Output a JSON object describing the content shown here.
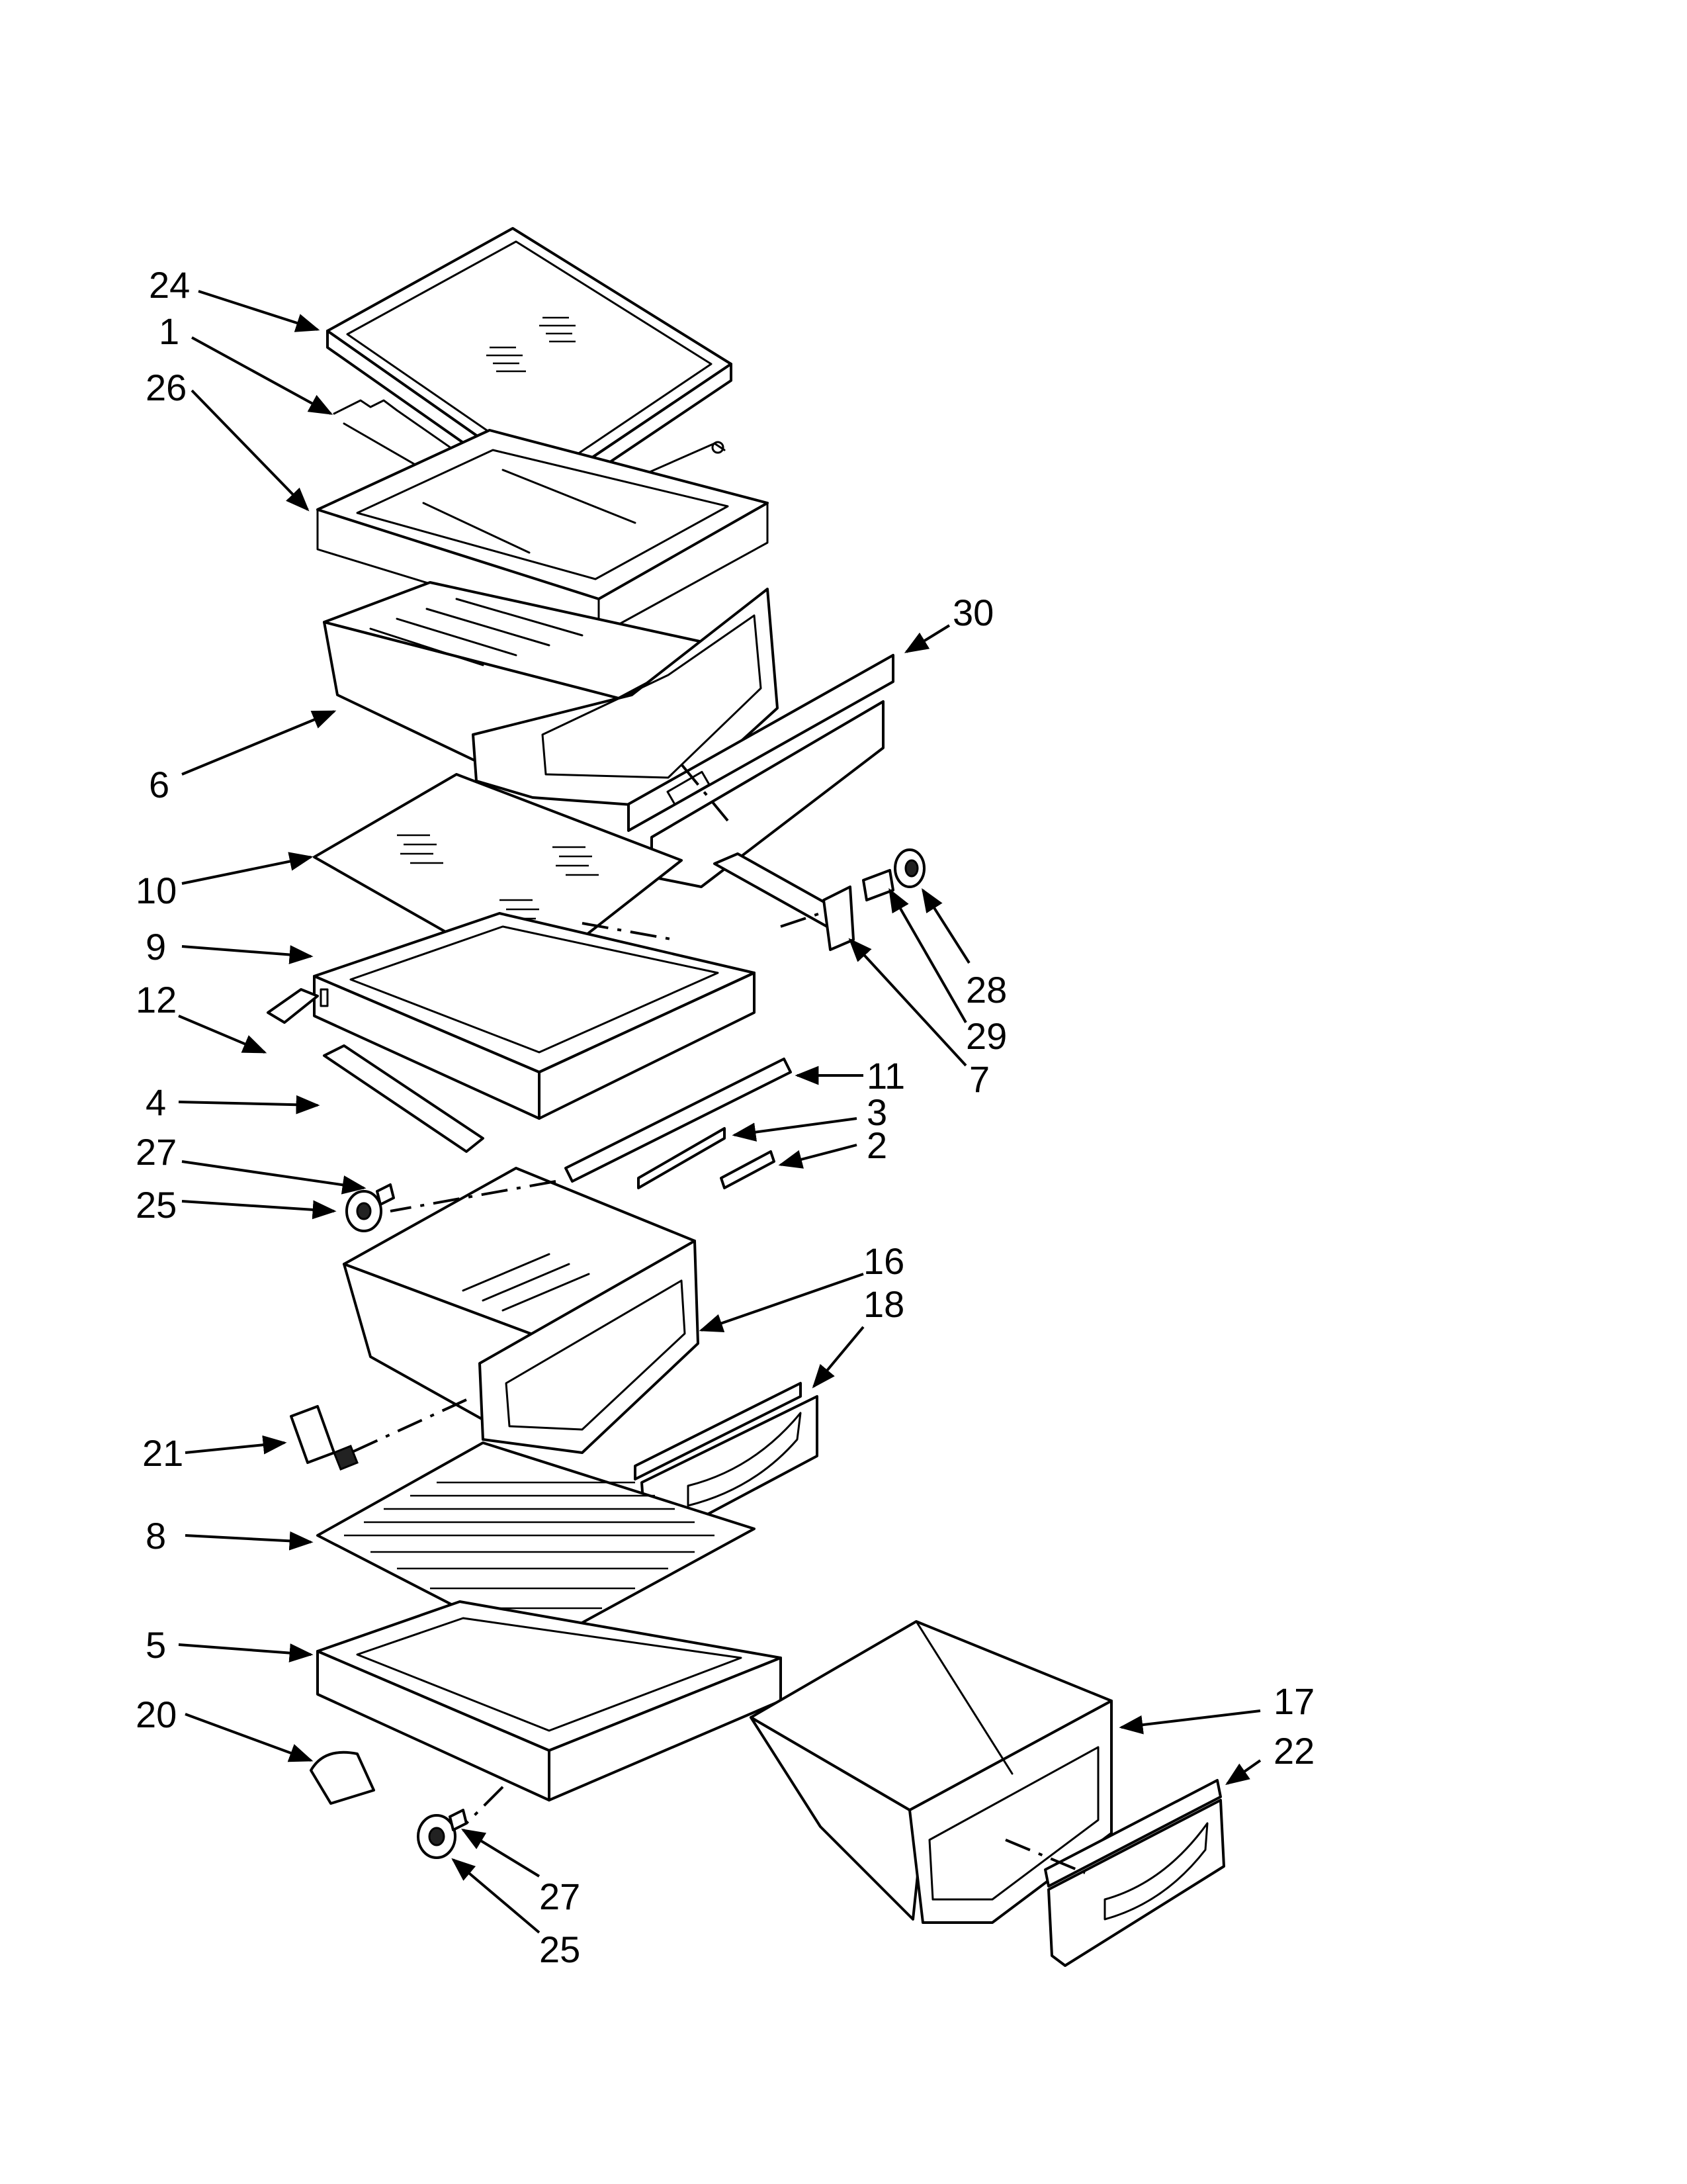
{
  "diagram": {
    "type": "exploded-parts-diagram",
    "callouts": [
      {
        "id": "24",
        "label": "24"
      },
      {
        "id": "1",
        "label": "1"
      },
      {
        "id": "26",
        "label": "26"
      },
      {
        "id": "30",
        "label": "30"
      },
      {
        "id": "6",
        "label": "6"
      },
      {
        "id": "10",
        "label": "10"
      },
      {
        "id": "28",
        "label": "28"
      },
      {
        "id": "9",
        "label": "9"
      },
      {
        "id": "29",
        "label": "29"
      },
      {
        "id": "12",
        "label": "12"
      },
      {
        "id": "7",
        "label": "7"
      },
      {
        "id": "11",
        "label": "11"
      },
      {
        "id": "4",
        "label": "4"
      },
      {
        "id": "3",
        "label": "3"
      },
      {
        "id": "2",
        "label": "2"
      },
      {
        "id": "27a",
        "label": "27"
      },
      {
        "id": "25a",
        "label": "25"
      },
      {
        "id": "16",
        "label": "16"
      },
      {
        "id": "18",
        "label": "18"
      },
      {
        "id": "21",
        "label": "21"
      },
      {
        "id": "8",
        "label": "8"
      },
      {
        "id": "5",
        "label": "5"
      },
      {
        "id": "17",
        "label": "17"
      },
      {
        "id": "20",
        "label": "20"
      },
      {
        "id": "22",
        "label": "22"
      },
      {
        "id": "27b",
        "label": "27"
      },
      {
        "id": "25b",
        "label": "25"
      }
    ]
  }
}
